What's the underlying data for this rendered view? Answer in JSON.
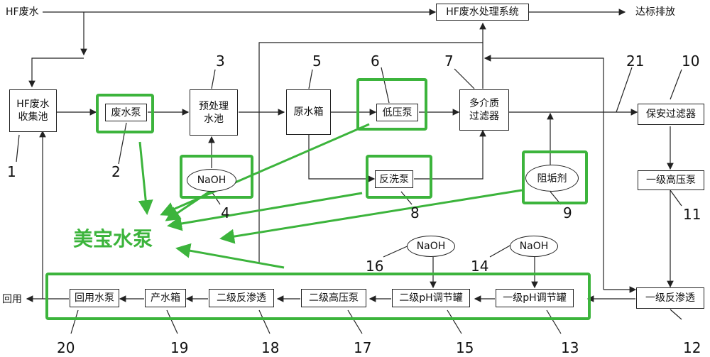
{
  "top": {
    "hf_wastewater": "HF废水",
    "system": "HF废水处理系统",
    "discharge": "达标排放"
  },
  "boxes": {
    "collection_pool": "HF废水\n收集池",
    "waste_pump": "废水泵",
    "pretreat_pool": "预处理\n水池",
    "raw_tank": "原水箱",
    "low_pump": "低压泵",
    "multi_filter": "多介质\n过滤器",
    "security_filter": "保安过滤器",
    "backwash_pump": "反洗泵",
    "hp_pump1": "一级高压泵",
    "ro1": "一级反渗透",
    "ph_tank1": "一级pH调节罐",
    "ph_tank2": "二级pH调节罐",
    "hp_pump2": "二级高压泵",
    "ro2": "二级反渗透",
    "product_tank": "产水箱",
    "reuse_pump": "回用水泵"
  },
  "ellipses": {
    "naoh_4": "NaOH",
    "antiscalant": "阻垢剂",
    "naoh_16": "NaOH",
    "naoh_14": "NaOH"
  },
  "labels": {
    "reuse": "回用",
    "brand": "美宝水泵"
  },
  "numbers": {
    "n1": "1",
    "n2": "2",
    "n3": "3",
    "n4": "4",
    "n5": "5",
    "n6": "6",
    "n7": "7",
    "n8": "8",
    "n9": "9",
    "n10": "10",
    "n11": "11",
    "n12": "12",
    "n13": "13",
    "n14": "14",
    "n15": "15",
    "n16": "16",
    "n17": "17",
    "n18": "18",
    "n19": "19",
    "n20": "20",
    "n21": "21"
  },
  "colors": {
    "highlight": "#3cb43c",
    "line": "#222222"
  }
}
